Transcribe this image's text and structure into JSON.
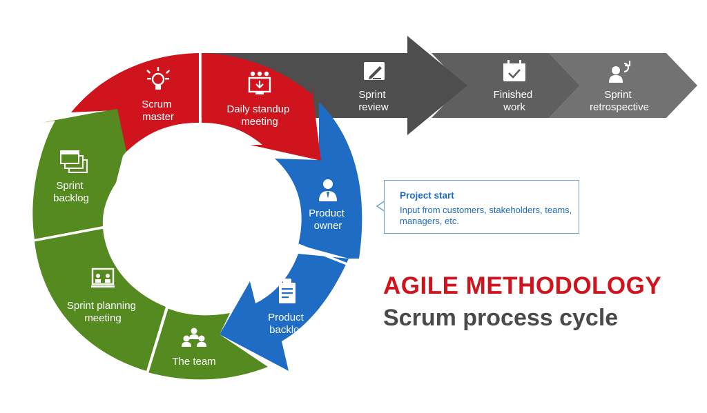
{
  "colors": {
    "red": "#d0141e",
    "blue": "#1f6cc4",
    "green": "#548a1f",
    "grey_dark": "#4e4e4e",
    "grey_mid": "#5f5f5f",
    "grey_light": "#727272"
  },
  "cycle": {
    "scrum_master": {
      "line1": "Scrum",
      "line2": "master",
      "icon": "lightbulb-icon"
    },
    "daily_standup": {
      "line1": "Daily standup",
      "line2": "meeting",
      "icon": "standup-meeting-icon"
    },
    "product_owner": {
      "line1": "Product",
      "line2": "owner",
      "icon": "person-icon"
    },
    "product_backlog": {
      "line1": "Product",
      "line2": "backlog",
      "icon": "clipboard-icon"
    },
    "the_team": {
      "line1": "The team",
      "icon": "team-icon"
    },
    "sprint_planning": {
      "line1": "Sprint planning",
      "line2": "meeting",
      "icon": "presentation-icon"
    },
    "sprint_backlog": {
      "line1": "Sprint",
      "line2": "backlog",
      "icon": "stacked-windows-icon"
    }
  },
  "flow": {
    "sprint_review": {
      "line1": "Sprint",
      "line2": "review",
      "icon": "pencil-note-icon"
    },
    "finished_work": {
      "line1": "Finished",
      "line2": "work",
      "icon": "calendar-check-icon"
    },
    "sprint_retrospective": {
      "line1": "Sprint",
      "line2": "retrospective",
      "icon": "user-refresh-icon"
    }
  },
  "callout": {
    "heading": "Project start",
    "body": "Input from customers, stakeholders, teams, managers, etc."
  },
  "title": {
    "main": "AGILE METHODOLOGY",
    "sub": "Scrum process cycle"
  }
}
